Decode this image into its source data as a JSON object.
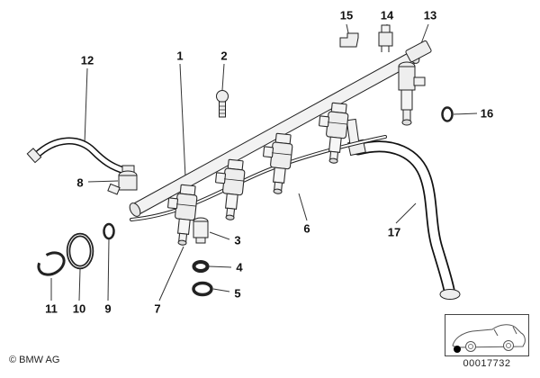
{
  "diagram": {
    "copyright": "© BMW AG",
    "image_number": "00017732"
  },
  "callouts": [
    {
      "label": "1"
    },
    {
      "label": "2"
    },
    {
      "label": "3"
    },
    {
      "label": "4"
    },
    {
      "label": "5"
    },
    {
      "label": "6"
    },
    {
      "label": "7"
    },
    {
      "label": "8"
    },
    {
      "label": "9"
    },
    {
      "label": "10"
    },
    {
      "label": "11"
    },
    {
      "label": "12"
    },
    {
      "label": "13"
    },
    {
      "label": "14"
    },
    {
      "label": "15"
    },
    {
      "label": "16"
    },
    {
      "label": "17"
    }
  ]
}
